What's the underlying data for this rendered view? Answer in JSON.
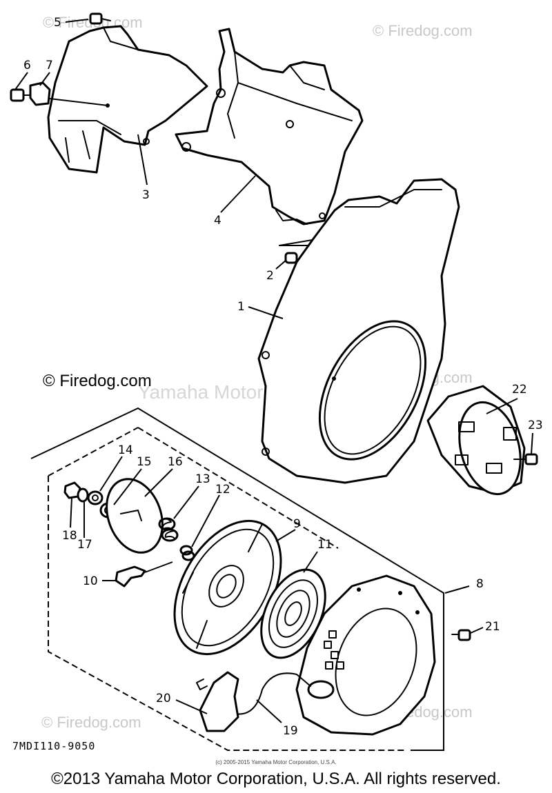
{
  "callouts": {
    "c1": "1",
    "c2": "2",
    "c3": "3",
    "c4": "4",
    "c5": "5",
    "c6": "6",
    "c7": "7",
    "c8": "8",
    "c9": "9",
    "c10": "10",
    "c11": "11",
    "c12": "12",
    "c13": "13",
    "c14": "14",
    "c15": "15",
    "c16": "16",
    "c17": "17",
    "c18": "18",
    "c19": "19",
    "c20": "20",
    "c21": "21",
    "c22": "22",
    "c23": "23"
  },
  "watermarks": {
    "firedog_small": "© Firedog.com",
    "firedog_main": "© Firedog.com",
    "yamaha": "Yamaha Motor Corp, U.S.A."
  },
  "drawing_number": "7MDI110-9050",
  "tiny_credit": "(c) 2005-2015 Yamaha Motor Corporation, U.S.A.",
  "copyright": "©2013 Yamaha Motor Corporation, U.S.A. All rights reserved."
}
